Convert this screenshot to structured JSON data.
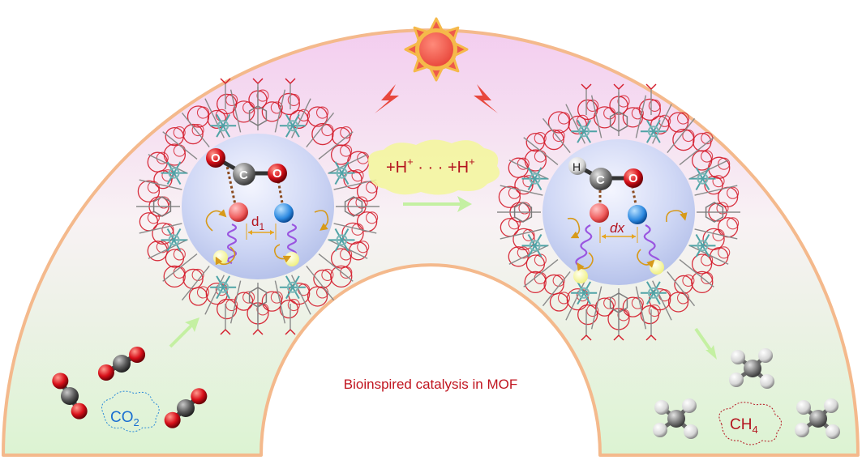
{
  "proton_label": {
    "a": "+H",
    "a_sup": "+",
    "dots": " · · · ",
    "b": "+H",
    "b_sup": "+"
  },
  "left_pore": {
    "distance_label": "d",
    "distance_sub": "1",
    "atom_top": "O",
    "atom_center": "C",
    "atom_right": "O"
  },
  "right_pore": {
    "distance_label": "dx",
    "atom_h": "H",
    "atom_center": "C",
    "atom_right": "O"
  },
  "co2_label": {
    "text": "CO",
    "sub": "2"
  },
  "ch4_label": {
    "text": "CH",
    "sub": "4"
  },
  "caption": "Bioinspired catalysis in MOF",
  "colors": {
    "arch_fill_top": "#f6d6f0",
    "arch_fill_bottom": "#dff5d6",
    "arch_border": "#f4b98c",
    "sun": "#ee5a4a",
    "sun_rays": "#f5b94a",
    "bolt": "#e8473d",
    "arrow": "#c4f0a2",
    "caption": "#c0141f",
    "co2_text": "#1a6fd1",
    "ch4_text": "#b4141f",
    "proton_text": "#b4141f",
    "proton_cloud": "#f3f79a",
    "pore": "#c8d2f2",
    "bond": "#8b4a1e",
    "site_red": "#ef6060",
    "site_blue": "#2d89e0",
    "spring": "#9a55e0",
    "curl_arrow": "#d79a1a"
  }
}
